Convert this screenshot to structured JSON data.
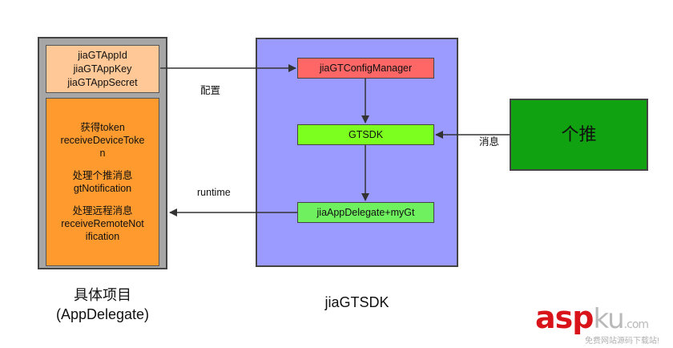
{
  "project": {
    "config_keys": [
      "jiaGTAppId",
      "jiaGTAppKey",
      "jiaGTAppSecret"
    ],
    "callbacks": [
      [
        "获得token",
        "receiveDeviceToke",
        "n"
      ],
      [
        "处理个推消息",
        "gtNotification"
      ],
      [
        "处理远程消息",
        "receiveRemoteNot",
        "ification"
      ]
    ],
    "caption_line1": "具体项目",
    "caption_line2": "(AppDelegate)"
  },
  "sdk": {
    "config_manager": "jiaGTConfigManager",
    "gtsdk": "GTSDK",
    "delegate": "jiaAppDelegate+myGt",
    "caption": "jiaGTSDK"
  },
  "getui": {
    "label": "个推"
  },
  "edges": {
    "config_label": "配置",
    "runtime_label": "runtime",
    "message_label": "消息"
  },
  "watermark": {
    "asp": "asp",
    "ku": "ku",
    "dotcom": ".com",
    "sub": "免费网站源码下载站!"
  },
  "colors": {
    "project_bg": "#a6a6a6",
    "config_keys_bg": "#ffc896",
    "callbacks_bg": "#ff9a2e",
    "sdk_bg": "#9a9aff",
    "config_manager_bg": "#ff6666",
    "gtsdk_bg": "#7cff1f",
    "delegate_bg": "#6ff05e",
    "getui_bg": "#11a211"
  }
}
